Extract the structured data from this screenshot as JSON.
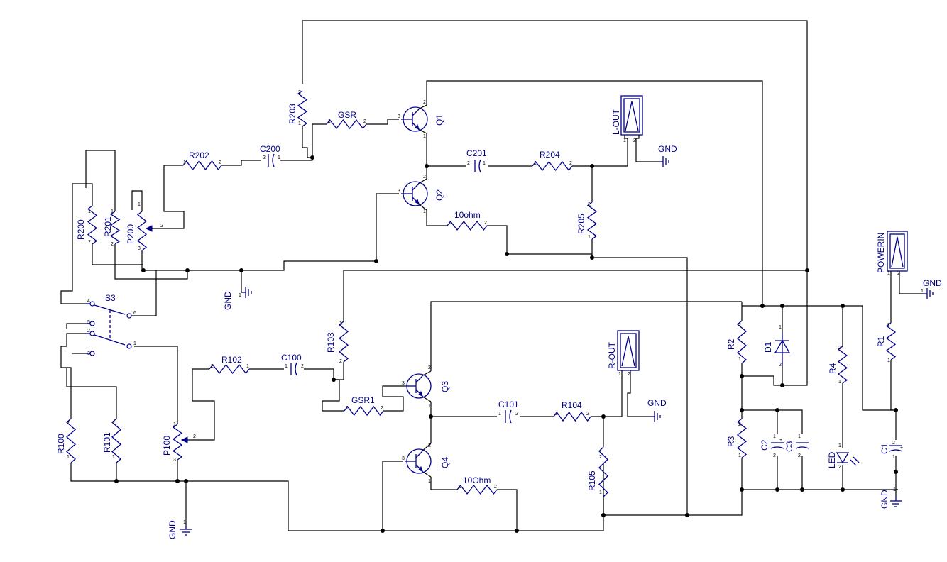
{
  "labels": {
    "R203": "R203",
    "GSR": "GSR",
    "Q1": "Q1",
    "LOUT": "L-OUT",
    "GND_L": "GND",
    "R202": "R202",
    "C200": "C200",
    "C201": "C201",
    "R204": "R204",
    "Q2": "Q2",
    "R200": "R200",
    "R201": "R201",
    "P200": "P200",
    "R10ohm_top": "10ohm",
    "R205": "R205",
    "GND_top": "GND",
    "POWERIN": "POWERIN",
    "GND_pwr": "GND",
    "S3": "S3",
    "R2": "R2",
    "D1": "D1",
    "R1": "R1",
    "R4": "R4",
    "R103": "R103",
    "ROUT": "R-OUT",
    "GND_R": "GND",
    "R102": "R102",
    "C100": "C100",
    "Q3": "Q3",
    "GSR1": "GSR1",
    "C101": "C101",
    "R104": "R104",
    "R3": "R3",
    "C2": "C2",
    "C3": "C3",
    "C1": "C1",
    "R100": "R100",
    "R101": "R101",
    "P100": "P100",
    "Q4": "Q4",
    "R10ohm_bot": "10Ohm",
    "R105": "R105",
    "LED": "LED",
    "GND_pwr2": "GND",
    "GND_bot": "GND"
  },
  "pins": {
    "one": "1",
    "two": "2",
    "three": "3",
    "four": "4",
    "five": "5",
    "six": "6",
    "plus": "+"
  },
  "colors": {
    "wire": "#000000",
    "component": "#00008b",
    "background": "#ffffff"
  }
}
